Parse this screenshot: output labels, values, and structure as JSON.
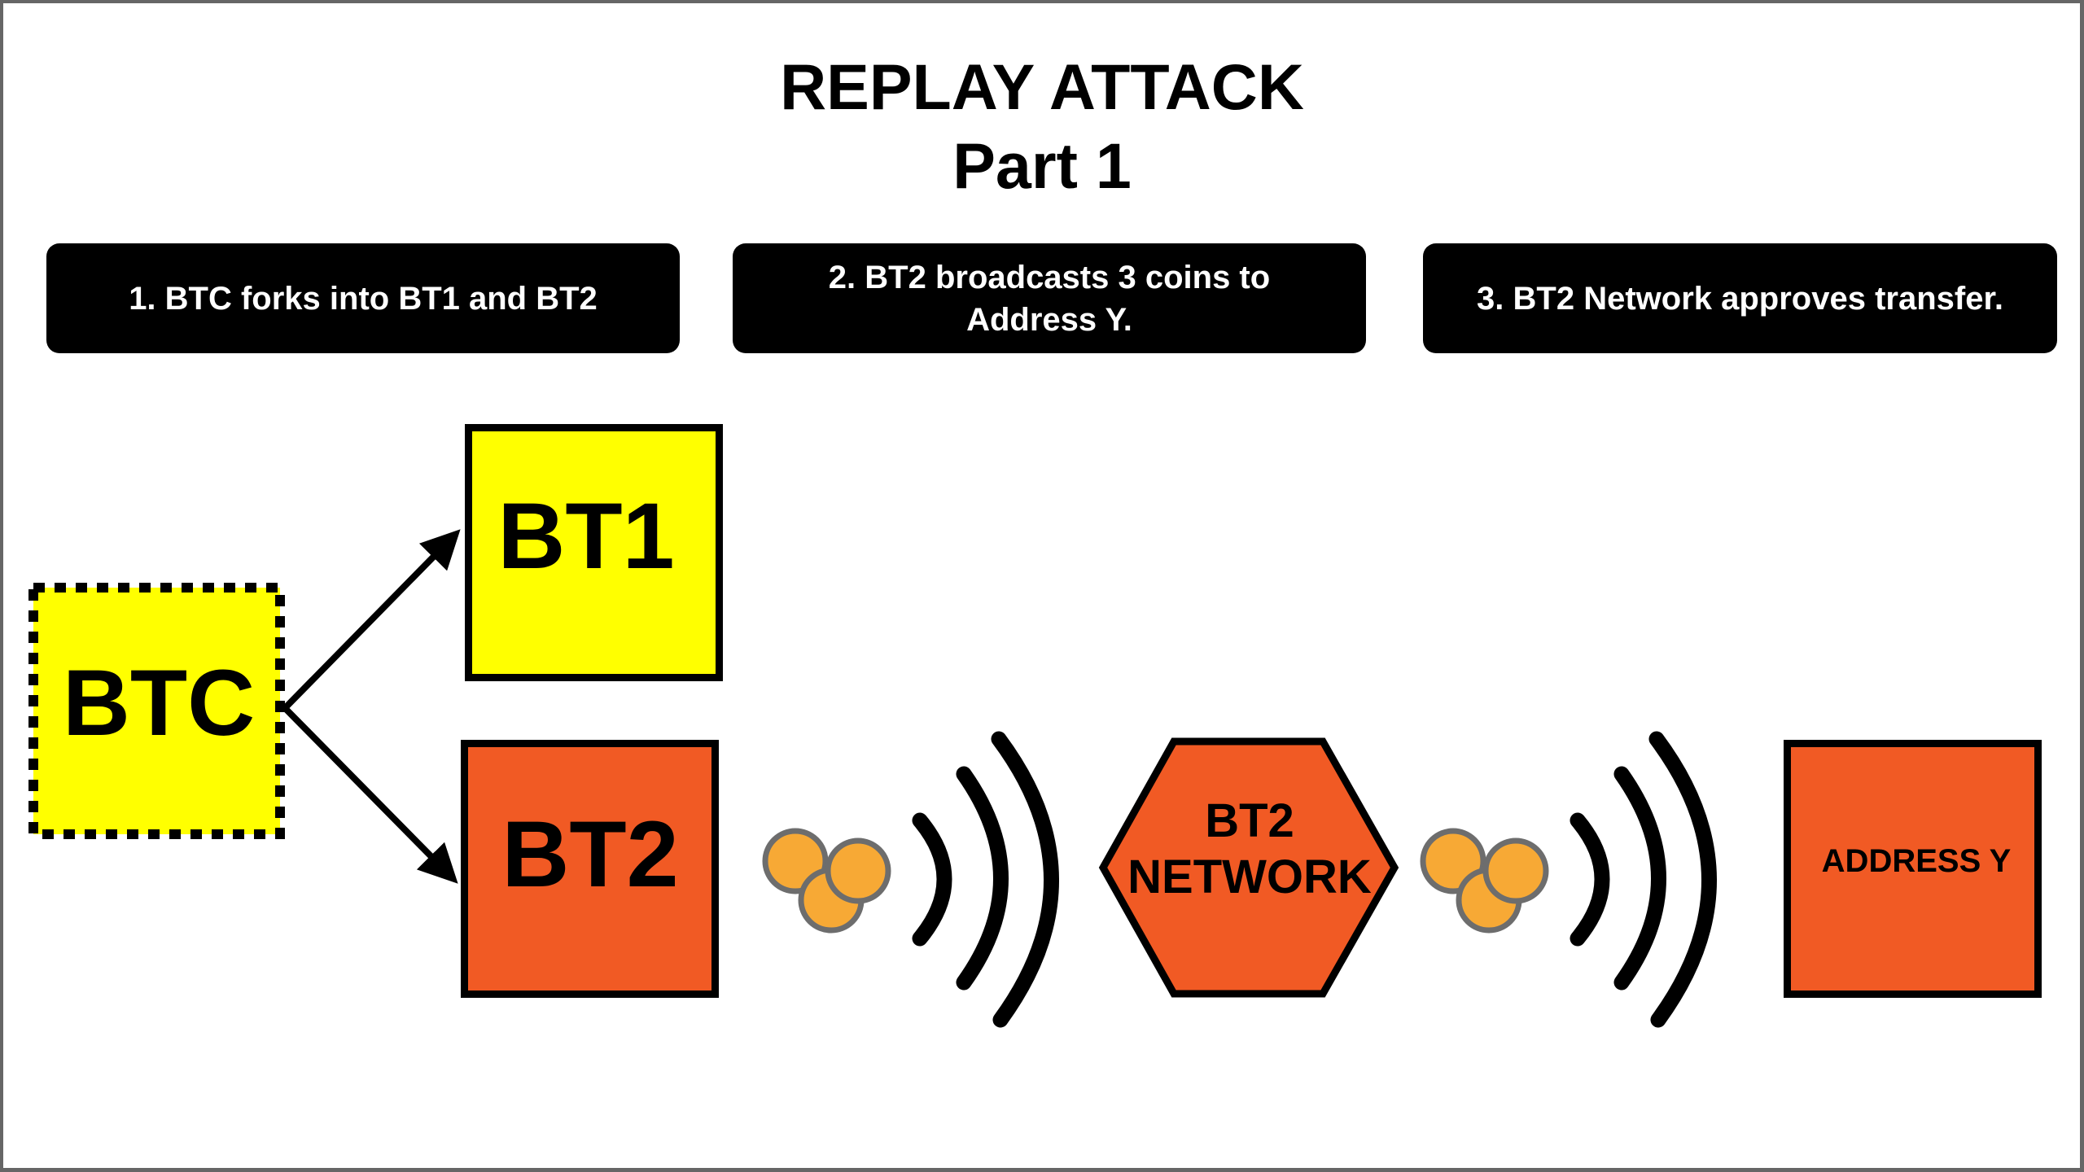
{
  "title": {
    "line1": "REPLAY ATTACK",
    "line2": "Part 1"
  },
  "steps": [
    {
      "label": "1. BTC forks into BT1 and BT2"
    },
    {
      "label": "2. BT2 broadcasts 3 coins to Address Y."
    },
    {
      "label": "3. BT2 Network approves transfer."
    }
  ],
  "nodes": {
    "btc": {
      "label": "BTC",
      "fill": "#FFFF00",
      "border": "dotted"
    },
    "bt1": {
      "label": "BT1",
      "fill": "#FFFF00"
    },
    "bt2": {
      "label": "BT2",
      "fill": "#F15A24"
    },
    "network": {
      "line1": "BT2",
      "line2": "NETWORK",
      "fill": "#F15A24"
    },
    "address_y": {
      "label": "ADDRESS Y",
      "fill": "#F15A24"
    }
  },
  "coins": {
    "count": 3,
    "fill": "#F7A935",
    "stroke": "#6D6D6D"
  },
  "broadcast_icon": {
    "name": "signal-waves-icon",
    "arcs": 3
  },
  "colors": {
    "frame": "#666666",
    "step_bg": "#000000",
    "step_text": "#FFFFFF",
    "yellow": "#FFFF00",
    "orange": "#F15A24"
  }
}
